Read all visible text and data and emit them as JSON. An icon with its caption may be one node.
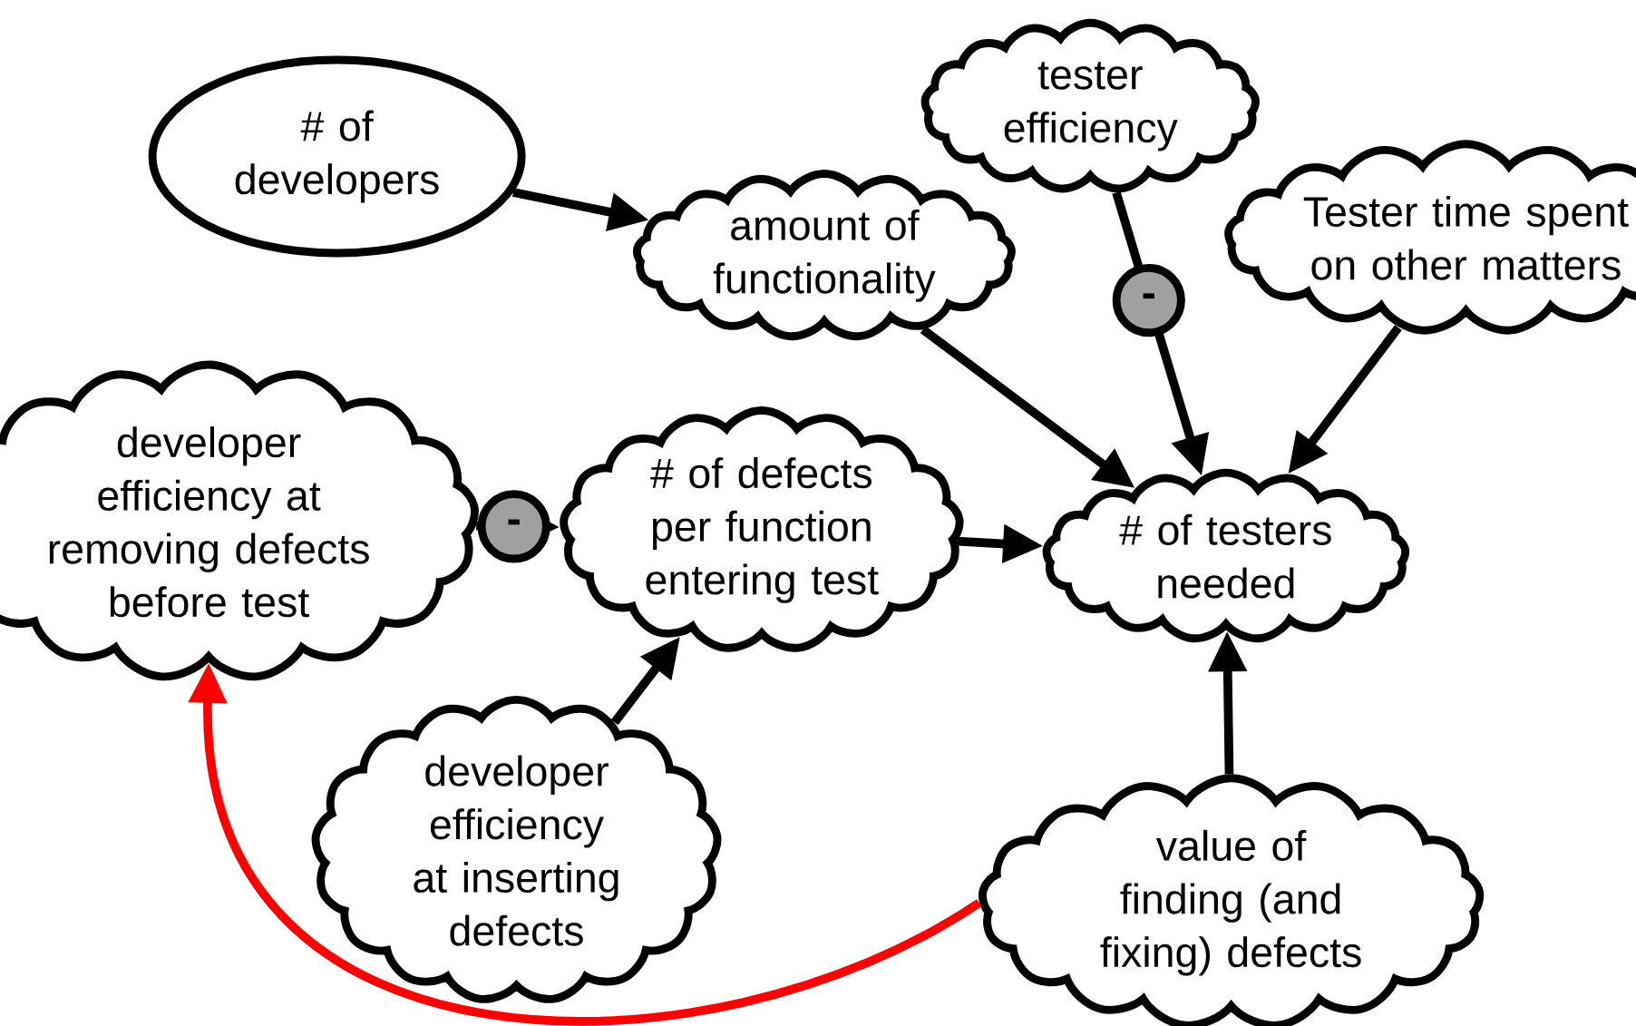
{
  "diagram": {
    "nodes": [
      {
        "text": [
          "# of developers"
        ]
      },
      {
        "text": [
          "amount of functionality"
        ]
      },
      {
        "text": [
          "tester efficiency"
        ]
      },
      {
        "text": [
          "Tester time spent on other matters"
        ]
      },
      {
        "text": [
          "developer efficiency at removing defects before test"
        ]
      },
      {
        "text": [
          "# of defects per function entering test"
        ]
      },
      {
        "text": [
          "# of testers needed"
        ]
      },
      {
        "text": [
          "developer efficiency at inserting defects"
        ]
      },
      {
        "text": [
          "value of finding (and fixing) defects"
        ]
      }
    ],
    "edges": [
      {
        "from": 0,
        "to": 1,
        "arrow": "to"
      },
      {
        "from": 1,
        "to": 6,
        "arrow": "to"
      },
      {
        "from": 2,
        "to": 6,
        "arrow": "to",
        "label": "-"
      },
      {
        "from": 3,
        "to": 6,
        "arrow": "to"
      },
      {
        "from": 4,
        "to": 5,
        "arrow": "to",
        "label": "-"
      },
      {
        "from": 7,
        "to": 5,
        "arrow": "to"
      },
      {
        "from": 5,
        "to": 6,
        "arrow": "to"
      },
      {
        "from": 8,
        "to": 6,
        "arrow": "to"
      },
      {
        "from": 8,
        "to": 4,
        "arrow": "to",
        "color": "#ff0000"
      }
    ]
  }
}
